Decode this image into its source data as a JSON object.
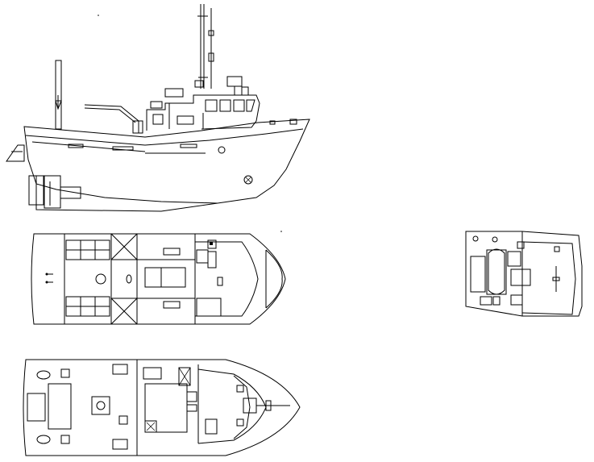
{
  "drawing": {
    "views": [
      {
        "id": "profile",
        "kind": "side-elevation"
      },
      {
        "id": "main-deck-plan",
        "kind": "deck-plan"
      },
      {
        "id": "lower-deck-plan",
        "kind": "deck-plan"
      },
      {
        "id": "wheelhouse-top-plan",
        "kind": "deck-plan"
      }
    ],
    "line_color": "#000000",
    "background": "#ffffff"
  }
}
